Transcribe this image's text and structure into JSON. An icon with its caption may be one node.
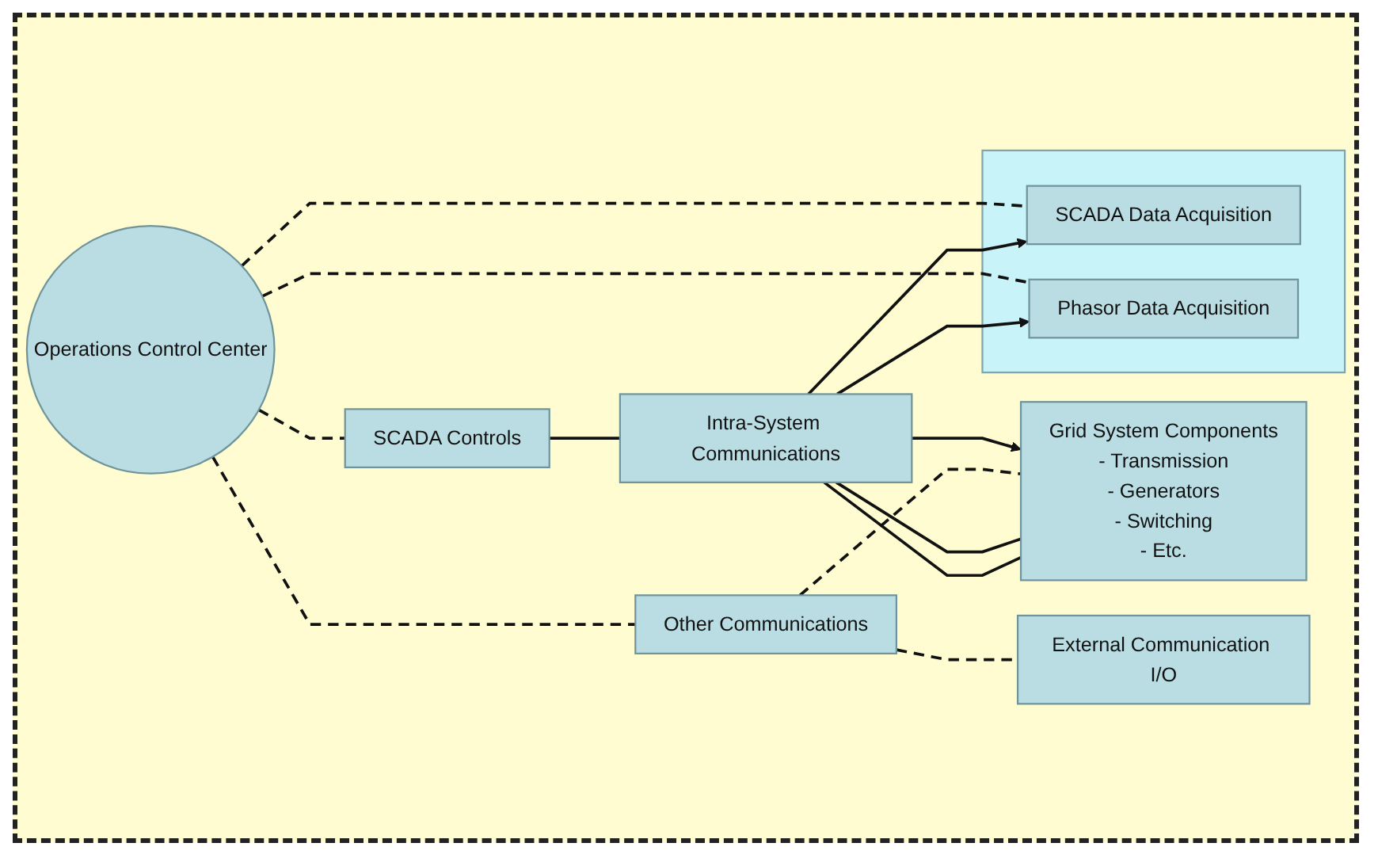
{
  "diagram": {
    "nodes": [
      {
        "text": [
          "Operations Control Center"
        ]
      },
      {
        "text": [
          "SCADA Controls"
        ]
      },
      {
        "text": [],
        "shape": "box"
      },
      {
        "text": [
          "SCADA Data Acquisition"
        ],
        "in": 2
      },
      {
        "text": [
          "Phasor Data Acquisition"
        ],
        "in": 2
      },
      {
        "text": [
          "Intra-System Communications"
        ]
      },
      {
        "text": [
          "Grid System Components",
          "- Transmission",
          "- Generators",
          "- Switching",
          "- Etc."
        ]
      },
      {
        "text": [
          "Other Communications"
        ]
      },
      {
        "text": [
          "External Communication I/O"
        ]
      }
    ],
    "edges": [
      {
        "from": 0,
        "to": 1,
        "arrow": "none",
        "style": "dashed"
      },
      {
        "from": 0,
        "to": 3,
        "arrow": "none",
        "style": "dashed"
      },
      {
        "from": 0,
        "to": 4,
        "arrow": "none",
        "style": "dashed"
      },
      {
        "from": 0,
        "to": 7,
        "arrow": "none",
        "style": "dashed"
      },
      {
        "from": 1,
        "to": 5,
        "arrow": "none"
      },
      {
        "from": 5,
        "to": 6,
        "arrow": "to"
      },
      {
        "from": 6,
        "to": 5,
        "arrow": "none"
      },
      {
        "from": 5,
        "to": 3,
        "arrow": "to"
      },
      {
        "from": 6,
        "to": 5,
        "arrow": "none"
      },
      {
        "from": 5,
        "to": 4,
        "arrow": "to"
      },
      {
        "from": 7,
        "to": 6,
        "arrow": "none",
        "style": "dashed"
      },
      {
        "from": 7,
        "to": 8,
        "arrow": "none",
        "style": "dashed"
      }
    ]
  }
}
